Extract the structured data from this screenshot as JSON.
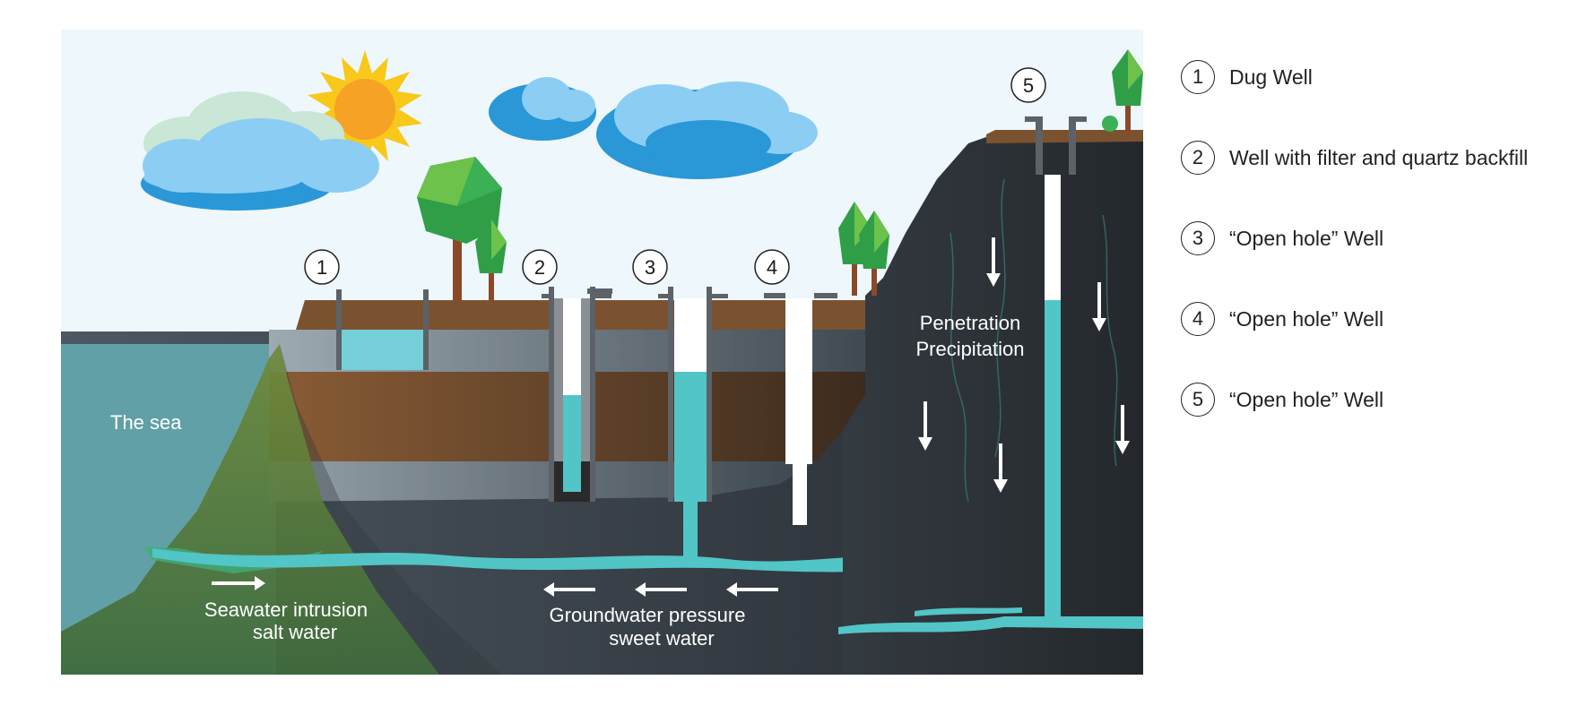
{
  "diagram": {
    "labels": {
      "sea": "The sea",
      "penetration_line1": "Penetration",
      "penetration_line2": "Precipitation",
      "seawater_line1": "Seawater intrusion",
      "seawater_line2": "salt water",
      "groundwater_line1": "Groundwater pressure",
      "groundwater_line2": "sweet water"
    },
    "well_markers": [
      "1",
      "2",
      "3",
      "4",
      "5"
    ]
  },
  "legend": {
    "items": [
      {
        "num": "1",
        "label": "Dug Well"
      },
      {
        "num": "2",
        "label": "Well with filter and quartz backfill"
      },
      {
        "num": "3",
        "label": "“Open hole” Well"
      },
      {
        "num": "4",
        "label": "“Open hole” Well"
      },
      {
        "num": "5",
        "label": "“Open hole” Well"
      }
    ]
  },
  "colors": {
    "sky": "#eef7fb",
    "sea": "#5f9ea5",
    "water": "#4fc3c8",
    "soil": "#7a5230",
    "rock": "#2f353b",
    "grass_green": "#2f8a3e"
  }
}
